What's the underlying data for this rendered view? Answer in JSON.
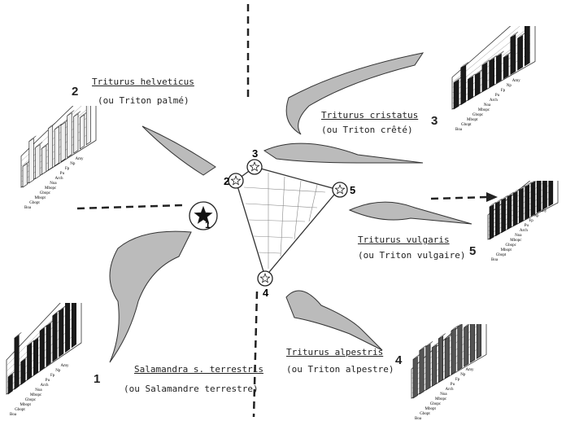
{
  "species": [
    {
      "id": "1",
      "name": "Salamandra s. terrestris",
      "common": "(ou  Salamandre terrestre)"
    },
    {
      "id": "2",
      "name": "Triturus  helveticus",
      "common": "(ou Triton palmé)"
    },
    {
      "id": "3",
      "name": "Triturus  cristatus",
      "common": "(ou Triton crêté)"
    },
    {
      "id": "4",
      "name": "Triturus  alpestris",
      "common": "(ou Triton alpestre)"
    },
    {
      "id": "5",
      "name": "Triturus  vulgaris",
      "common": "(ou Triton vulgaire)"
    }
  ],
  "triangle_labels": [
    "1",
    "2",
    "3",
    "4",
    "5"
  ],
  "chart_data": [
    {
      "type": "bar",
      "id": "1",
      "categories": [
        "Boa",
        "Gbopt",
        "Mbopt",
        "Gbopc",
        "Mbopc",
        "Noa",
        "Arch",
        "Pu",
        "Fp",
        "Np",
        "Amy"
      ],
      "values": [
        3,
        9,
        4,
        6,
        6,
        7,
        7,
        8,
        8,
        9,
        10
      ],
      "fill": "#1a1a1a"
    },
    {
      "type": "bar",
      "id": "2",
      "categories": [
        "Boa",
        "Gbopt",
        "Mbopt",
        "Gbopc",
        "Mbopc",
        "Noa",
        "Arch",
        "Pu",
        "Fp",
        "Np",
        "Amy"
      ],
      "values": [
        4,
        8,
        6,
        5,
        8,
        7,
        7,
        8,
        7,
        6,
        10
      ],
      "fill": "#f0f0f0"
    },
    {
      "type": "bar",
      "id": "3",
      "categories": [
        "Boa",
        "Gbopt",
        "Mbopt",
        "Gbopc",
        "Mbopc",
        "Noa",
        "Arch",
        "Pu",
        "Fp",
        "Np",
        "Amy"
      ],
      "values": [
        5,
        7,
        4,
        4,
        5,
        5,
        5,
        4,
        7,
        6,
        9
      ],
      "fill": "#1a1a1a"
    },
    {
      "type": "bar",
      "id": "4",
      "categories": [
        "Boa",
        "Gbopt",
        "Mbopt",
        "Gbopc",
        "Mbopc",
        "Noa",
        "Arch",
        "Pu",
        "Fp",
        "Np",
        "Amy"
      ],
      "values": [
        8,
        9,
        9,
        8,
        9,
        8,
        9,
        9,
        8,
        9,
        9
      ],
      "fill": "#555555"
    },
    {
      "type": "bar",
      "id": "5",
      "categories": [
        "Boa",
        "Gbopt",
        "Mbopt",
        "Gbopc",
        "Mbopc",
        "Noa",
        "Arch",
        "Pu",
        "Fp",
        "Np",
        "Amy"
      ],
      "values": [
        8,
        8,
        8,
        8,
        8,
        8,
        8,
        8,
        8,
        8,
        8
      ],
      "fill": "#1a1a1a"
    }
  ]
}
